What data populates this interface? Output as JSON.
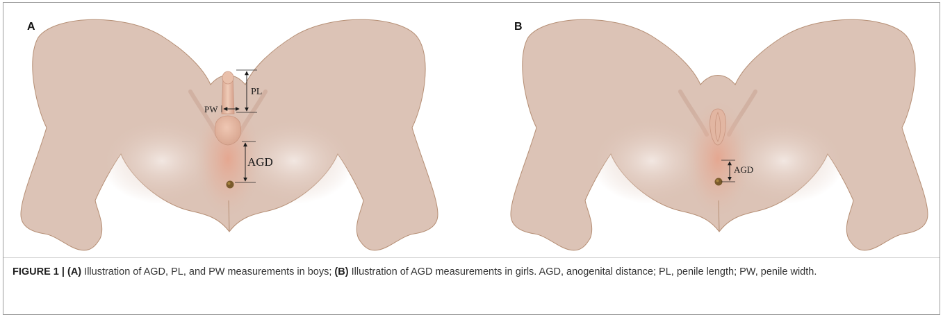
{
  "panels": {
    "a": {
      "letter": "A",
      "labels": {
        "penile_length": "PL",
        "penile_width": "PW",
        "anogenital_distance": "AGD"
      }
    },
    "b": {
      "letter": "B",
      "labels": {
        "anogenital_distance": "AGD"
      }
    }
  },
  "caption": {
    "figure_label": "FIGURE 1 | ",
    "part_a_marker": "(A)",
    "part_a_text": " Illustration of AGD, PL, and PW measurements in boys; ",
    "part_b_marker": "(B)",
    "part_b_text": " Illustration of AGD measurements in girls. AGD, anogenital distance; PL, penile length; PW, penile width."
  },
  "colors": {
    "skin": "#dcc3b6",
    "outline": "#b58e74",
    "blush": "#e6a88c",
    "anus": "#7a5a2c"
  }
}
